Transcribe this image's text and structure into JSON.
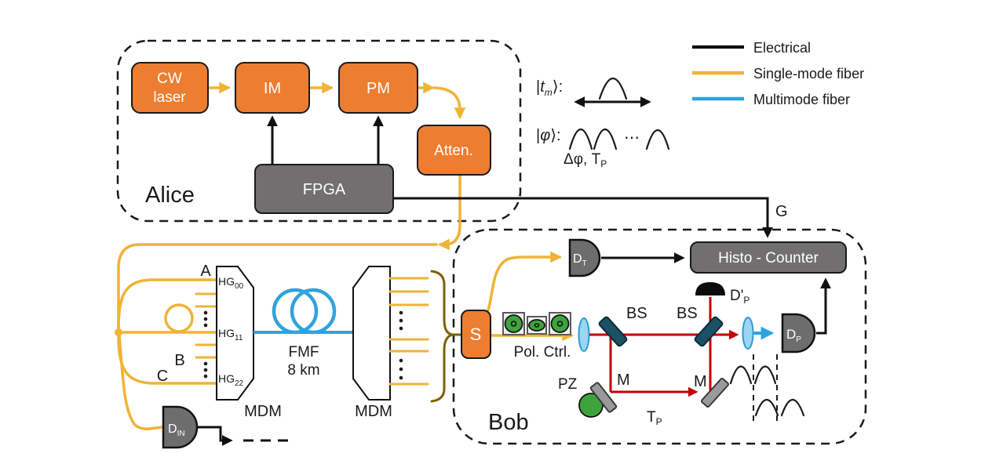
{
  "figure": {
    "alice": {
      "label": "Alice",
      "cw_line1": "CW",
      "cw_line2": "laser",
      "im": "IM",
      "pm": "PM",
      "atten": "Atten.",
      "fpga": "FPGA"
    },
    "legend": {
      "items": [
        {
          "label": "Electrical",
          "color": "#000000"
        },
        {
          "label": "Single-mode fiber",
          "color": "#EFB338"
        },
        {
          "label": "Multimode fiber",
          "color": "#31A2DC"
        }
      ]
    },
    "states": {
      "tm": {
        "pipe": "|",
        "symbol": "t",
        "sub": "m",
        "ket": "⟩:"
      },
      "phi": {
        "pipe": "|",
        "symbol": "φ",
        "ket": "⟩:"
      },
      "dots": "⋯",
      "params": {
        "base": "Δφ, T",
        "sub": "P"
      }
    },
    "g_label": "G",
    "link": {
      "inputs": {
        "a": "A",
        "b": "B",
        "c": "C"
      },
      "ports": [
        {
          "base": "HG",
          "sub": "00"
        },
        {
          "base": "HG",
          "sub": "11"
        },
        {
          "base": "HG",
          "sub": "22"
        }
      ],
      "mdm_left": "MDM",
      "mdm_right": "MDM",
      "fmf_line1": "FMF",
      "fmf_line2": "8 km",
      "din": {
        "base": "D",
        "sub": "IN"
      }
    },
    "bob": {
      "label": "Bob",
      "switch": "S",
      "pol_ctrl": "Pol. Ctrl.",
      "bs1": "BS",
      "bs2": "BS",
      "m1": "M",
      "m2": "M",
      "pz": "PZ",
      "tp": {
        "base": "T",
        "sub": "P"
      },
      "histo": "Histo - Counter",
      "dt": {
        "base": "D",
        "sub": "T"
      },
      "dp": {
        "base": "D",
        "sub": "P"
      },
      "dpp": {
        "base": "D'",
        "sub": "P"
      }
    },
    "colors": {
      "electrical": "#000000",
      "single_mode_fiber": "#EFB338",
      "multimode_fiber": "#31A2DC",
      "free_space_beam": "#C00000",
      "component_orange": "#ED7D31",
      "component_gray": "#716F6F",
      "beamsplitter": "#1C5064",
      "piezo_green": "#3DA43D",
      "brace_brown": "#7F6000"
    }
  }
}
